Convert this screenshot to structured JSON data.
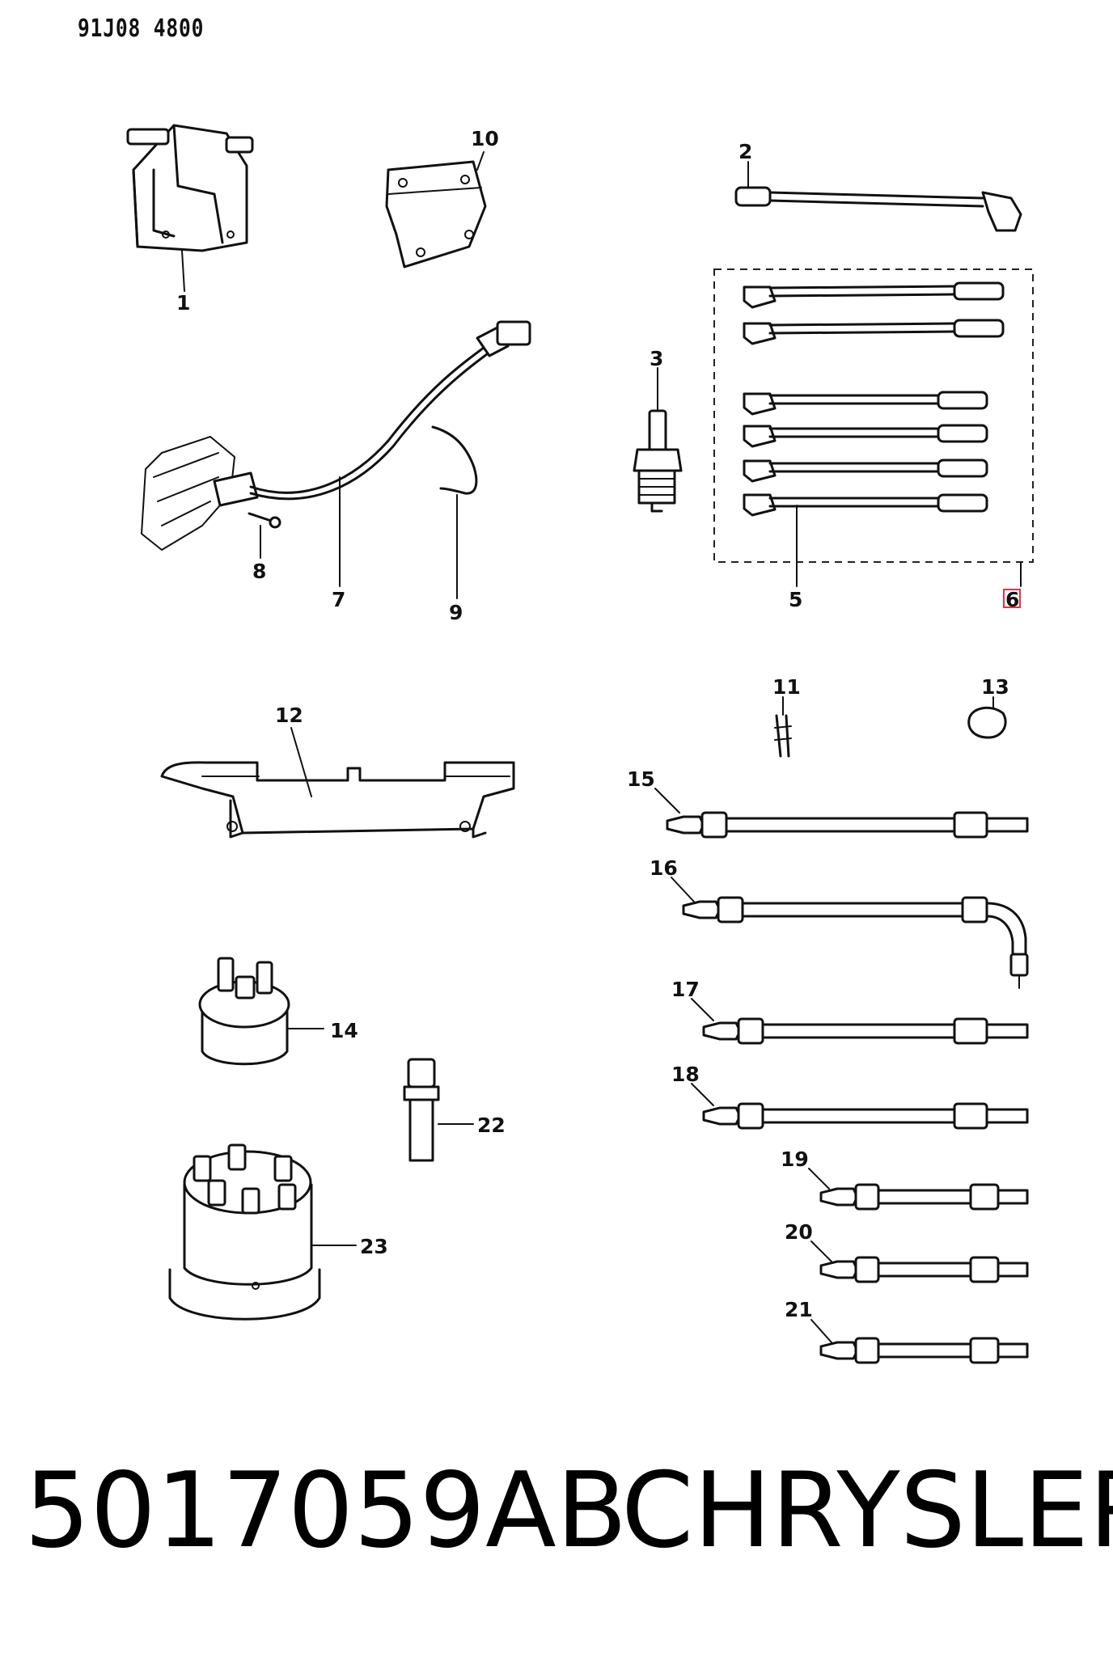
{
  "header": {
    "code": "91J08 4800"
  },
  "callouts": {
    "c1": "1",
    "c2": "2",
    "c3": "3",
    "c5": "5",
    "c6": "6",
    "c7": "7",
    "c8": "8",
    "c9": "9",
    "c10": "10",
    "c11": "11",
    "c12": "12",
    "c13": "13",
    "c14": "14",
    "c15": "15",
    "c16": "16",
    "c17": "17",
    "c18": "18",
    "c19": "19",
    "c20": "20",
    "c21": "21",
    "c22": "22",
    "c23": "23"
  },
  "highlight_color": "#e0324a",
  "footer": {
    "part_number": "5017059AB",
    "brand": "CHRYSLER"
  }
}
